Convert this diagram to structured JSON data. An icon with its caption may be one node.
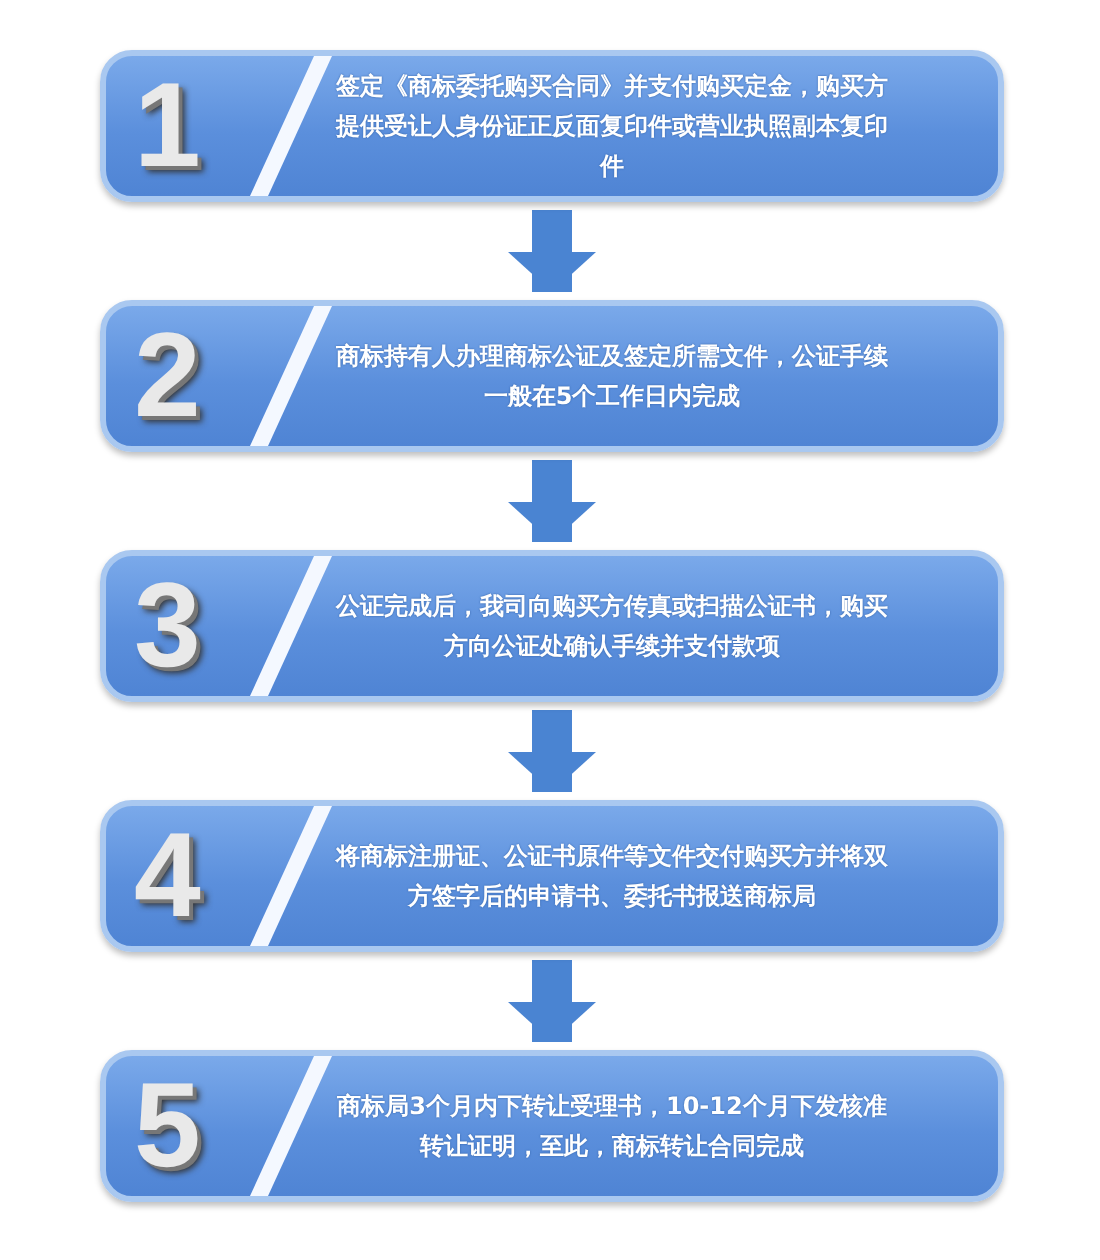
{
  "diagram": {
    "nodes": [
      {
        "text": [
          "1",
          "签定《商标委托购买合同》并支付购买定金，购买方提供受让人身份证正反面复印件或营业执照副本复印件"
        ]
      },
      {
        "text": [
          "2",
          "商标持有人办理商标公证及签定所需文件，公证手续一般在5个工作日内完成"
        ]
      },
      {
        "text": [
          "3",
          "公证完成后，我司向购买方传真或扫描公证书，购买方向公证处确认手续并支付款项"
        ]
      },
      {
        "text": [
          "4",
          "将商标注册证、公证书原件等文件交付购买方并将双方签字后的申请书、委托书报送商标局"
        ]
      },
      {
        "text": [
          "5",
          "商标局3个月内下转让受理书，10-12个月下发核准转让证明，至此，商标转让合同完成"
        ]
      }
    ],
    "edges": [
      {
        "from": 0,
        "to": 1,
        "arrow": "to"
      },
      {
        "from": 1,
        "to": 2,
        "arrow": "to"
      },
      {
        "from": 2,
        "to": 3,
        "arrow": "to"
      },
      {
        "from": 3,
        "to": 4,
        "arrow": "to"
      }
    ]
  }
}
